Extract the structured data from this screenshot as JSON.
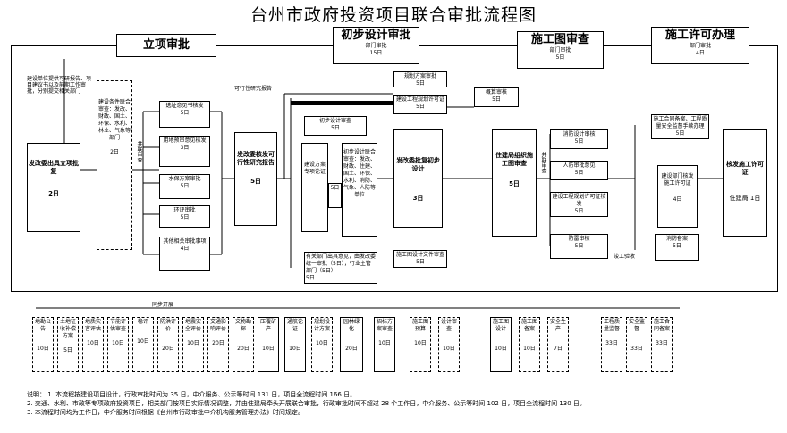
{
  "title": "台州市政府投资项目联合审批流程图",
  "phases": [
    {
      "name": "立项审批",
      "sub": "",
      "days": ""
    },
    {
      "name": "初步设计审批",
      "sub": "部门审批",
      "days": "15日"
    },
    {
      "name": "施工图审查",
      "sub": "部门审批",
      "days": "5日"
    },
    {
      "name": "施工许可办理",
      "sub": "部门审批",
      "days": "4日"
    }
  ],
  "left": {
    "note": "建设单位提供可研报告、项目建议书以及前期工作审批，分别提交相关部门",
    "main": "发改委出具立项批复",
    "main_days": "2日",
    "consult": "建设条件联合审查：发改、财政、国土、环保、水利、林业、气象等部门",
    "consult_days": "2日",
    "side_label": "并联审查"
  },
  "mid_boxes": [
    {
      "text": "选址意见书核发",
      "days": "5日"
    },
    {
      "text": "用地预审意见核发",
      "days": "3日"
    },
    {
      "text": "水保方案审批",
      "days": "5日"
    },
    {
      "text": "环评审批",
      "days": "5日"
    },
    {
      "text": "其他相关审批事项",
      "days": "4日"
    }
  ],
  "fsr": {
    "text": "发改委核发可行性研究报告",
    "days": "5日"
  },
  "mid_label": "可行性研究报告",
  "prelim": {
    "top": "初步设计审查",
    "top_days": "5日",
    "left": "建设方案专项论证",
    "right_list": "初步设计联合审查：发改、财政、住建、国土、环保、水利、消防、气象、人防等单位",
    "left_days": "5日",
    "bottom_note": "有关部门出具意见，由发改委统一审批（5日）；行业主管部门（5日）",
    "bottom_days": "5日",
    "main": "发改委批复初步设计",
    "main_days": "3日",
    "top_right1": "规划方案审批",
    "top_right1_days": "5日",
    "top_right2": "建设工程规划许可证",
    "top_right2_days": "5日",
    "extra": "概算审核",
    "extra_days": "5日",
    "mid_note": "施工图设计文件审查",
    "mid_note_days": "5日"
  },
  "construction": {
    "review": "住建局组织施工图审查",
    "review_days": "5日",
    "items": [
      {
        "text": "消防设计审核",
        "days": "5日"
      },
      {
        "text": "人防审批意见",
        "days": "5日"
      },
      {
        "text": "建设工程规划许可证核发",
        "days": "5日"
      },
      {
        "text": "防雷审核",
        "days": "5日"
      }
    ],
    "label": "并联审查",
    "label2": "竣工验收"
  },
  "permit": {
    "pre": "施工合同备案、工程质量安全监督手续办理",
    "pre_days": "5日",
    "mid": "建设部门核发施工许可证",
    "mid_days": "4日",
    "fire": "消防备案",
    "fire_days": "5日",
    "main": "核发施工许可证",
    "main_days": "住建局 1日"
  },
  "bottom_label": "同步开展",
  "bottom_boxes": [
    {
      "text": "地勘公告",
      "days": "10日"
    },
    {
      "text": "土地征收补偿方案",
      "days": "5日"
    },
    {
      "text": "地质灾害评估",
      "days": "10日"
    },
    {
      "text": "节能评估审查",
      "days": "10日"
    },
    {
      "text": "稳评",
      "days": "10日"
    },
    {
      "text": "防洪评价",
      "days": "20日"
    },
    {
      "text": "地震安全评价",
      "days": "10日"
    },
    {
      "text": "交通影响评价",
      "days": "20日"
    },
    {
      "text": "文物勘探",
      "days": "20日"
    },
    {
      "text": "压覆矿产",
      "days": "10日"
    },
    {
      "text": "通航论证",
      "days": "10日"
    },
    {
      "text": "规划设计方案",
      "days": "10日"
    },
    {
      "text": "园林绿化",
      "days": "20日"
    },
    {
      "text": "招标方案审查",
      "days": "10日"
    },
    {
      "text": "施工图预算",
      "days": "10日"
    },
    {
      "text": "设计审查",
      "days": "10日"
    },
    {
      "text": "施工图设计",
      "days": "10日"
    },
    {
      "text": "施工图备案",
      "days": "10日"
    },
    {
      "text": "安全生产",
      "days": "7日"
    },
    {
      "text": "工程质量监督",
      "days": "33日"
    },
    {
      "text": "安全监督",
      "days": "33日"
    },
    {
      "text": "施工合同备案",
      "days": "33日"
    }
  ],
  "notes": [
    "说明：  1. 本流程按建设项目设计，行政审批时间为 35 日，中介服务、公示等时间 131 日，项目全流程时间 166 日。",
    "2. 交通、水利、市政等专项政府投资项目，相关部门按项目实际情况调整，并由住建局牵头开展联合审批，行政审批时间不超过 28 个工作日，中介服务、公示等时间 102 日，项目全流程时间 130 日。",
    "3. 本流程时间均为工作日，中介服务时间根据《台州市行政审批中介机构服务管理办法》时间规定。"
  ]
}
